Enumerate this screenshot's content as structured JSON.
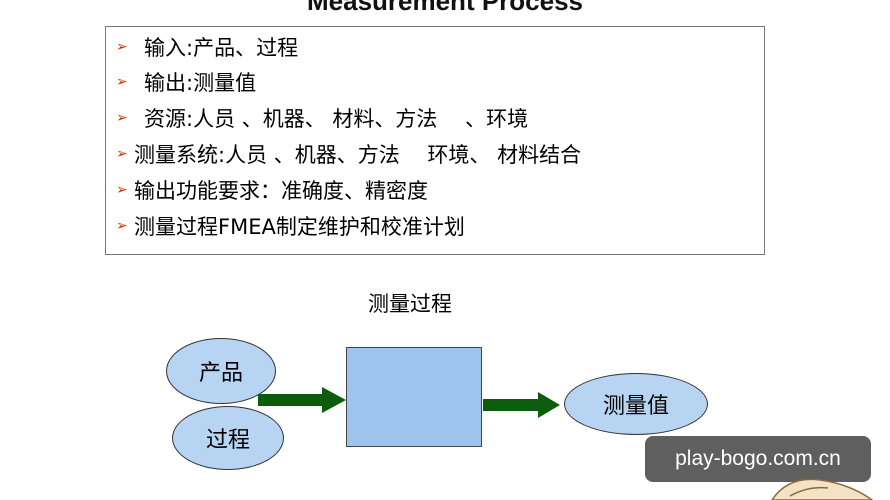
{
  "slide": {
    "title": "Measurement Process"
  },
  "bullets": [
    {
      "text": "输入:产品、过程"
    },
    {
      "text": "输出:测量值"
    },
    {
      "text": "资源:人员 、机器、 材料、方法　 、环境"
    },
    {
      "text": "测量系统:人员 、机器、方法　 环境、 材料结合"
    },
    {
      "text": "输出功能要求：准确度、精密度"
    },
    {
      "text": "测量过程FMEA制定维护和校准计划"
    }
  ],
  "diagram": {
    "title": "测量过程",
    "input_product": "产品",
    "input_process": "过程",
    "output_value": "测量值"
  },
  "colors": {
    "bullet_arrow": "#cc3300",
    "ellipse_fill": "#b7d4f2",
    "box_fill": "#9dc3ee",
    "arrow_fill": "#0d5c0d"
  },
  "icons": {
    "bullet": "right-arrowhead-icon"
  },
  "watermark": {
    "text": "play-bogo.com.cn"
  }
}
